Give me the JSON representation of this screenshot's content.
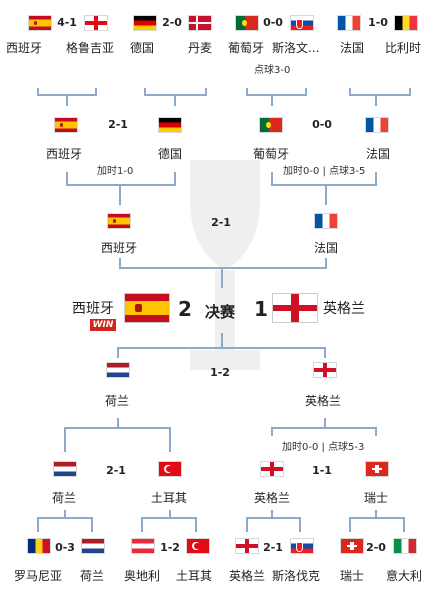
{
  "top": [
    {
      "home": "西班牙",
      "home_flag": "spain-flag",
      "away": "格鲁吉亚",
      "away_flag": "georgia-flag",
      "score": "4-1"
    },
    {
      "home": "德国",
      "home_flag": "germany-flag",
      "away": "丹麦",
      "away_flag": "denmark-flag",
      "score": "2-0"
    },
    {
      "home": "葡萄牙",
      "home_flag": "portugal-flag",
      "away": "斯洛文...",
      "away_flag": "slovenia-flag",
      "score": "0-0",
      "note": "点球3-0"
    },
    {
      "home": "法国",
      "home_flag": "france-flag",
      "away": "比利时",
      "away_flag": "belgium-flag",
      "score": "1-0"
    }
  ],
  "qf_top": [
    {
      "home": "西班牙",
      "away": "德国",
      "score": "2-1",
      "note": "加时1-0"
    },
    {
      "home": "葡萄牙",
      "away": "法国",
      "score": "0-0",
      "note": "加时0-0 | 点球3-5"
    }
  ],
  "sf_top": {
    "home": "西班牙",
    "away": "法国",
    "score": "2-1"
  },
  "final": {
    "home": "西班牙",
    "away": "英格兰",
    "home_score": "2",
    "away_score": "1",
    "label": "决赛",
    "badge": "WIN"
  },
  "sf_bottom": {
    "home": "荷兰",
    "away": "英格兰",
    "score": "1-2"
  },
  "qf_bottom": [
    {
      "home": "荷兰",
      "away": "土耳其",
      "score": "2-1"
    },
    {
      "home": "英格兰",
      "away": "瑞士",
      "score": "1-1",
      "note": "加时0-0 | 点球5-3"
    }
  ],
  "bottom": [
    {
      "home": "罗马尼亚",
      "home_flag": "romania-flag",
      "away": "荷兰",
      "away_flag": "netherlands-flag",
      "score": "0-3"
    },
    {
      "home": "奥地利",
      "home_flag": "austria-flag",
      "away": "土耳其",
      "away_flag": "turkey-flag",
      "score": "1-2"
    },
    {
      "home": "英格兰",
      "home_flag": "england-flag",
      "away": "斯洛伐克",
      "away_flag": "slovakia-flag",
      "score": "2-1"
    },
    {
      "home": "瑞士",
      "home_flag": "switzerland-flag",
      "away": "意大利",
      "away_flag": "italy-flag",
      "score": "2-0"
    }
  ],
  "colors": {
    "line": "#8ea9c9",
    "text": "#222222",
    "win_badge": "#d0261d"
  }
}
